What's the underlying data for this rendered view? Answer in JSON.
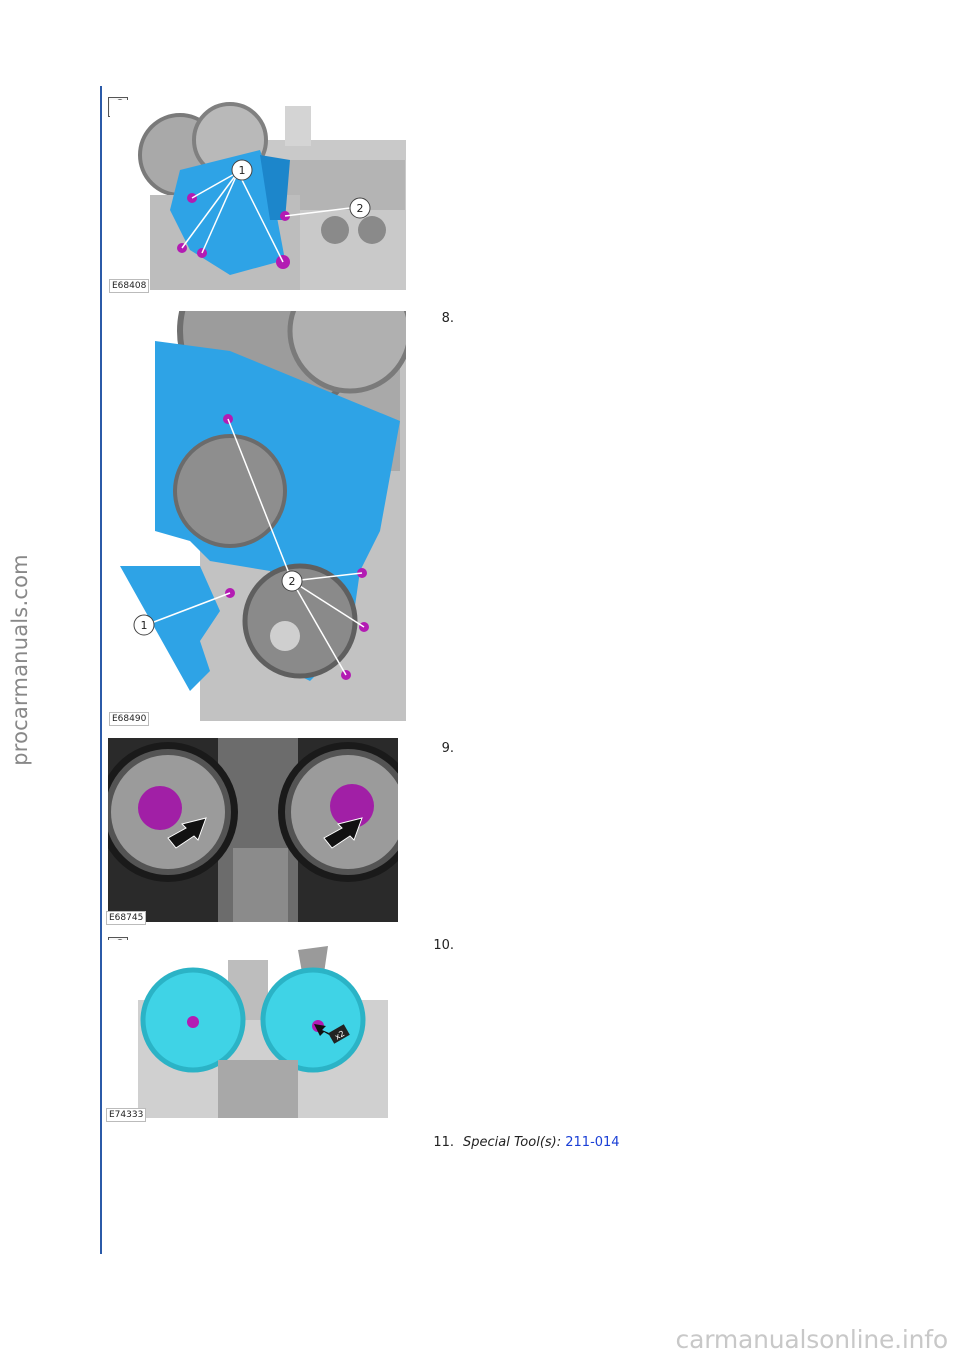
{
  "watermark_left": "procarmanuals.com",
  "watermark_bottom": "carmanualsonline.info",
  "figures": [
    {
      "label": "E68408",
      "callouts": [
        "1",
        "2"
      ]
    },
    {
      "label": "E68490",
      "callouts": [
        "1",
        "2"
      ]
    },
    {
      "label": "E68745"
    },
    {
      "label": "E74333",
      "callouts": [
        "x2"
      ]
    }
  ],
  "steps": [
    {
      "number": "8."
    },
    {
      "number": "9."
    },
    {
      "number": "10."
    },
    {
      "number": "11.",
      "prefix": "Special Tool(s):",
      "link": "211-014"
    }
  ],
  "colors": {
    "accent_line": "#2b5aa8",
    "link": "#1a3fd6",
    "component_blue": "#2ea3e6",
    "bolt_magenta": "#b31bb3"
  }
}
